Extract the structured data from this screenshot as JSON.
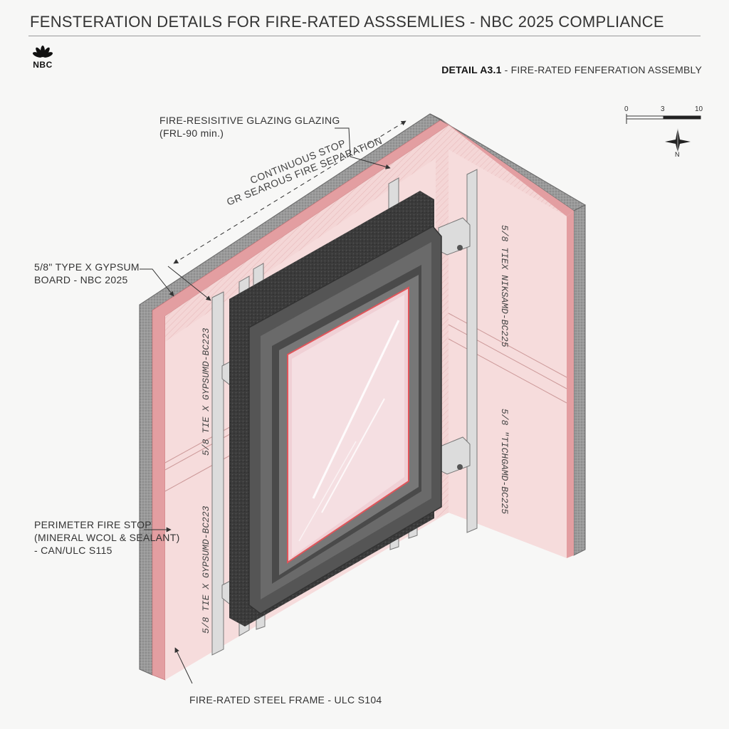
{
  "header": {
    "title": "FENSTERATION DETAILS FOR FIRE-RATED ASSSEMLIES - NBC 2025 COMPLIANCE",
    "logo_text": "NBC",
    "detail_code": "DETAIL A3.1",
    "detail_sep": " - ",
    "detail_name": "FIRE-RATED FENFERATION ASSEMBLY"
  },
  "scale_bar": {
    "ticks": [
      "0",
      "3",
      "10"
    ]
  },
  "north_arrow": {
    "label": "N"
  },
  "callouts": {
    "glazing": {
      "line1": "FIRE-RESISITIVE GLAZING GLAZING",
      "line2": "(FRL-90 min.)"
    },
    "continuous_stop": {
      "line1": "CONTINUOUS STOP",
      "line2": "GR SEAROUS FIRE SEPARATION"
    },
    "gypsum": {
      "line1": "5/8\" TYPE X GYPSUM",
      "line2": "BOARD - NBC 2025"
    },
    "firestop": {
      "line1": "PERIMETER FIRE STOP",
      "line2": "(MINERAL WCOL & SEALANT)",
      "line3": "- CAN/ULC S115"
    },
    "frame": {
      "line1": "FIRE-RATED STEEL FRAME - ULC S104"
    }
  },
  "board_stamps": {
    "left_upper": "5/8 TIE X GYPSUMD-BC223",
    "left_lower": "5/8 TIE X GYPSUMD-BC223",
    "right_upper": "5/8 TIEX NIKSAMD-BC225",
    "right_lower": "5/8 \"TICHGAMD-BC225"
  },
  "colors": {
    "concrete": "#8f8f8f",
    "fire_layer": "#e9a9ab",
    "gypsum_board": "#f5d9d9",
    "frame_dark": "#4c4c4c",
    "mineral_wool": "#3d3d3d",
    "glass": "#f1d2d6",
    "seal_red": "#e0555a"
  }
}
